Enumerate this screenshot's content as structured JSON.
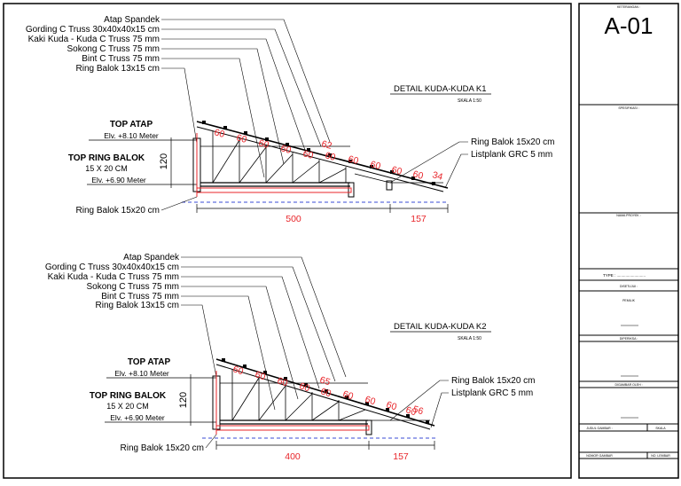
{
  "title_block": {
    "sheet_label": "KETERANGAN :",
    "sheet_no": "A-01",
    "spec_label": "SPESIFIKASI :",
    "name_label": "NAMA PROYEK :",
    "type_label": "TYPE : ..........................",
    "approved_label": "DISETUJUI :",
    "owner_label": "PEMILIK",
    "checked_label": "DIPERIKSA :",
    "drawn_label": "DIGAMBAR OLEH :",
    "sheet_title_label": "JUDUL GAMBAR :",
    "scale_label": "SKALA",
    "sheet_number_label": "NOMOR GAMBAR",
    "sheet_count_label": "NO. LEMBAR"
  },
  "detail_k1": {
    "title": "DETAIL KUDA-KUDA K1",
    "scale": "SKALA 1:50",
    "labels": [
      "Atap Spandek",
      "Gording C Truss 30x40x40x15 cm",
      "Kaki Kuda - Kuda C Truss 75 mm",
      "Sokong C Truss 75 mm",
      "Bint C Truss 75 mm",
      "Ring Balok 13x15 cm"
    ],
    "top_atap": "TOP ATAP",
    "elv_top": "Elv. +8.10 Meter",
    "top_ring": "TOP RING BALOK",
    "ring_size": "15 X 20 CM",
    "elv_ring": "Elv. +6.90 Meter",
    "height": "120",
    "ring_bottom": "Ring Balok 15x20 cm",
    "right_ring": "Ring Balok 15x20 cm",
    "listplank": "Listplank GRC 5 mm",
    "dim_main": "500",
    "dim_over": "157",
    "spacings": [
      "60",
      "60",
      "60",
      "60",
      "60",
      "62",
      "60",
      "60",
      "60",
      "60",
      "60",
      "34"
    ]
  },
  "detail_k2": {
    "title": "DETAIL KUDA-KUDA K2",
    "scale": "SKALA 1:50",
    "labels": [
      "Atap Spandek",
      "Gording C Truss 30x40x40x15 cm",
      "Kaki Kuda - Kuda C Truss 75 mm",
      "Sokong C Truss 75 mm",
      "Bint C Truss 75 mm",
      "Ring Balok 13x15 cm"
    ],
    "top_atap": "TOP ATAP",
    "elv_top": "Elv. +8.10 Meter",
    "top_ring": "TOP RING BALOK",
    "ring_size": "15 X 20 CM",
    "elv_ring": "Elv. +6.90 Meter",
    "height": "120",
    "ring_bottom": "Ring Balok 15x20 cm",
    "right_ring": "Ring Balok 15x20 cm",
    "listplank": "Listplank GRC 5 mm",
    "dim_main": "400",
    "dim_over": "157",
    "spacings": [
      "60",
      "60",
      "60",
      "60",
      "60",
      "65",
      "60",
      "60",
      "60",
      "60",
      "56"
    ]
  },
  "colors": {
    "dim_red": "#e8252a",
    "blue_dash": "#3a4bd6",
    "ink": "#000000"
  }
}
